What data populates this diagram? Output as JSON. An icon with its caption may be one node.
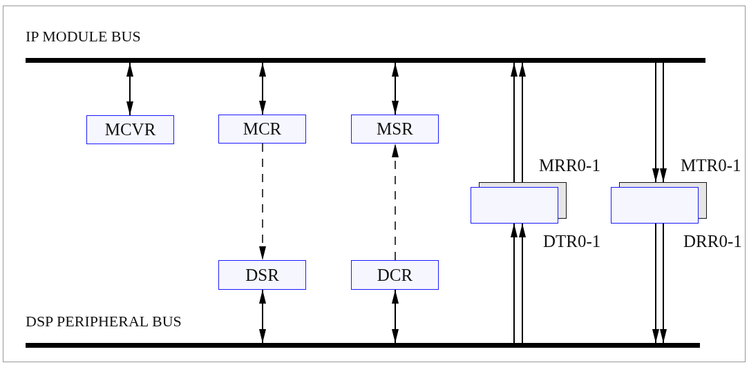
{
  "diagram": {
    "nodes": [
      {
        "text": [
          "IP MODULE BUS"
        ]
      },
      {
        "text": [
          "MCVR"
        ]
      },
      {
        "text": [
          "MCR"
        ]
      },
      {
        "text": [
          "MSR"
        ]
      },
      {
        "text": [],
        "shape": "box",
        "beside": [
          "MRR0-1",
          "DTR0-1"
        ]
      },
      {
        "text": [],
        "shape": "box",
        "beside": [
          "MTR0-1",
          "DRR0-1"
        ]
      },
      {
        "text": [
          "DSR"
        ]
      },
      {
        "text": [
          "DCR"
        ]
      },
      {
        "text": [
          "DSP PERIPHERAL BUS"
        ]
      }
    ],
    "edges": [
      {
        "from": 1,
        "to": 0,
        "arrow": "both"
      },
      {
        "from": 2,
        "to": 0,
        "arrow": "both"
      },
      {
        "from": 3,
        "to": 0,
        "arrow": "both"
      },
      {
        "from": 2,
        "to": 6,
        "arrow": "to",
        "style": "dashed"
      },
      {
        "from": 7,
        "to": 3,
        "arrow": "to",
        "style": "dashed"
      },
      {
        "from": 6,
        "to": 8,
        "arrow": "both"
      },
      {
        "from": 7,
        "to": 8,
        "arrow": "both"
      },
      {
        "from": 4,
        "to": 0,
        "arrow": "to"
      },
      {
        "from": 4,
        "to": 0,
        "arrow": "to"
      },
      {
        "from": 8,
        "to": 4,
        "arrow": "to"
      },
      {
        "from": 8,
        "to": 4,
        "arrow": "to"
      },
      {
        "from": 0,
        "to": 5,
        "arrow": "to"
      },
      {
        "from": 0,
        "to": 5,
        "arrow": "to"
      },
      {
        "from": 5,
        "to": 8,
        "arrow": "to"
      },
      {
        "from": 5,
        "to": 8,
        "arrow": "to"
      }
    ]
  }
}
